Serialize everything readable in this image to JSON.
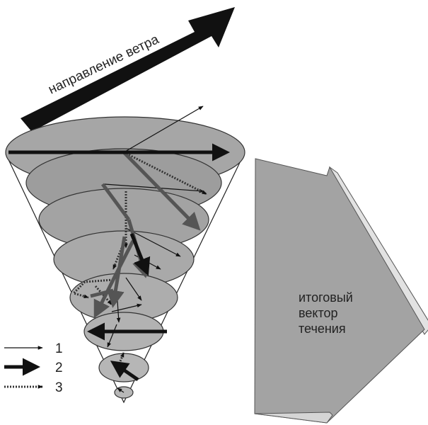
{
  "wind_label": "направление ветра",
  "result_label": [
    "итоговый",
    "вектор",
    "течения"
  ],
  "legend": [
    {
      "id": "1",
      "style": "thin"
    },
    {
      "id": "2",
      "style": "thick"
    },
    {
      "id": "3",
      "style": "dotted"
    }
  ]
}
